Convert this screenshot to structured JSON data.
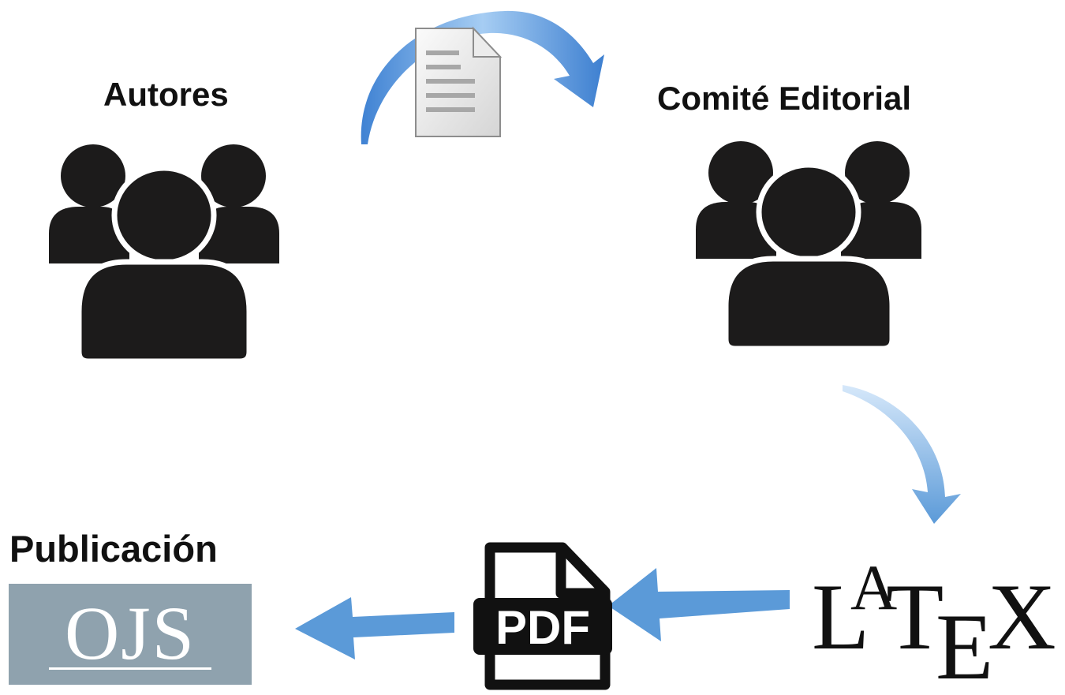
{
  "nodes": {
    "authors": {
      "label": "Autores",
      "icon": "people-group-icon"
    },
    "editorial": {
      "label": "Comité Editorial",
      "icon": "people-group-icon"
    },
    "publication": {
      "label": "Publicación",
      "logo_text": "OJS"
    },
    "pdf": {
      "logo_text": "PDF"
    },
    "latex": {
      "logo_text": "LATEX"
    }
  },
  "colors": {
    "people": "#1c1b1b",
    "arrow_light": "#9cc6f0",
    "arrow_dark": "#3d7fd0",
    "flat_arrow": "#5b9ad8",
    "ojs_bg": "#8fa2ae",
    "ojs_text": "#ffffff",
    "pdf_fill": "#111111",
    "latex_text": "#111111"
  }
}
